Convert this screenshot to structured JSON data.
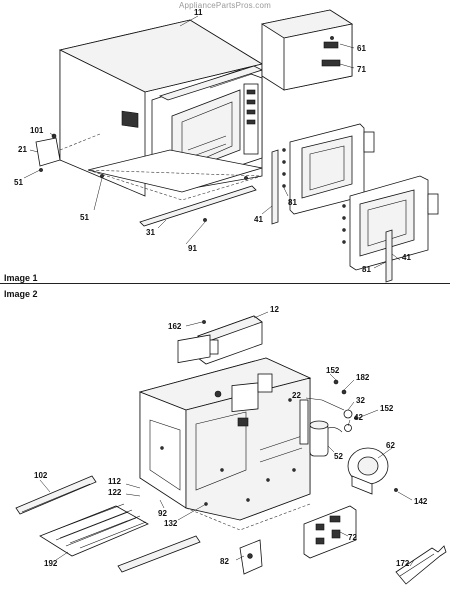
{
  "watermark": "AppliancePartsPros.com",
  "sections": [
    {
      "title": "Image 1"
    },
    {
      "title": "Image 2"
    }
  ],
  "callouts_image1": [
    "11",
    "61",
    "71",
    "101",
    "21",
    "51",
    "51",
    "31",
    "91",
    "41",
    "81",
    "81",
    "41"
  ],
  "callouts_image2": [
    "12",
    "162",
    "152",
    "182",
    "22",
    "32",
    "42",
    "152",
    "62",
    "142",
    "52",
    "102",
    "112",
    "122",
    "92",
    "132",
    "192",
    "82",
    "72",
    "172"
  ]
}
